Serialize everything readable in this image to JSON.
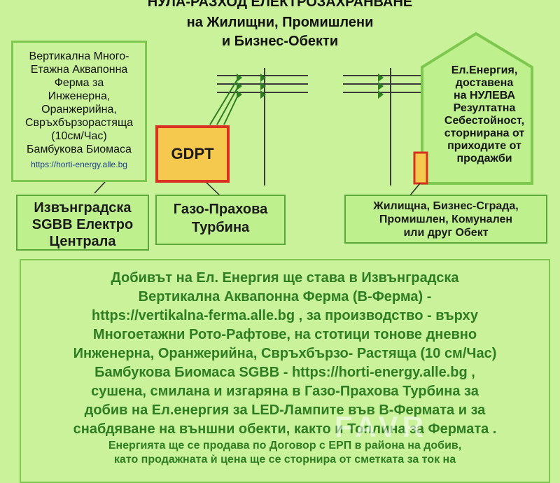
{
  "title": {
    "line1": "НУЛА-РАЗХОД ЕЛЕКТРОЗАХРАНВАНЕ",
    "line2": "на Жилищни, Промишлени",
    "line3": "и Бизнес-Обекти"
  },
  "farm": {
    "lines": [
      "Вертикална Много-",
      "Етажна Аквапонна",
      "Ферма за",
      "Инженерна,",
      "Оранжерийна,",
      "Свръхбързорастяща",
      "(10см/Час)",
      "Бамбукова Биомаса"
    ],
    "url": "https://horti-energy.alle.bg"
  },
  "gdpt": {
    "label": "GDPT"
  },
  "labels": {
    "plant": [
      "Извънградска",
      "SGBB Електро",
      "Централа"
    ],
    "turbine": [
      "Газо-Прахова",
      "Турбина"
    ],
    "building": [
      "Жилищна, Бизнес-Сграда,",
      "Промишлен, Комунален",
      "или друг Обект"
    ]
  },
  "house": {
    "lines": [
      "Ел.Енергия,",
      "доставена",
      "на НУЛЕВА",
      "Резултатна",
      "Себестойност,",
      "сторнирана от",
      "приходите от",
      "продажби"
    ]
  },
  "main": {
    "big_lines": [
      "Добивът на Ел. Енергия ще става в Извънградска",
      "Вертикална Аквапонна Ферма (В-Ферма) -",
      "https://vertikalna-ferma.alle.bg , за производство - върху",
      "Многоетажни Рото-Рафтове, на стотици тонове дневно",
      "Инженерна, Оранжерийна, Свръхбързо- Растяща (10 см/Час)",
      "Бамбукова Биомаса SGBB - https://horti-energy.alle.bg ,",
      "сушена, смилана и изгаряна в Газо-Прахова Турбина за",
      "добив на Ел.енергия за LED-Лампите във В-Фермата и за",
      "снабдяване на външни обекти, както и Топлина за Фермата ."
    ],
    "small_lines": [
      "Енергията ще се продава по Договор с ЕРП в района на добив,",
      "като продажната ѝ цена ще се сторнира от сметката за ток на"
    ]
  },
  "watermark": "FAVR",
  "colors": {
    "background": "#c9f29a",
    "text_green": "#2e7d22",
    "gdpt_fill": "#f5c84e",
    "gdpt_border": "#d9301f",
    "box_border": "#7ec850"
  }
}
